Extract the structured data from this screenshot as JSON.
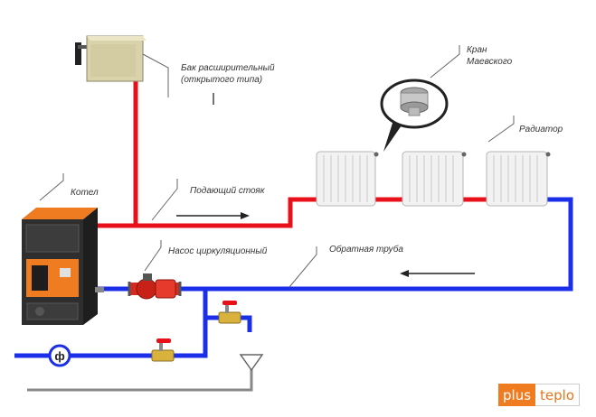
{
  "labels": {
    "expansion_tank_line1": "Бак расширительный",
    "expansion_tank_line2": "(открытого типа)",
    "mayevsky_valve_line1": "Кран",
    "mayevsky_valve_line2": "Маевского",
    "radiator": "Радиатор",
    "boiler": "Котел",
    "supply_riser": "Подающий стояк",
    "circulation_pump": "Насос циркуляционный",
    "return_pipe": "Обратная труба"
  },
  "filter_symbol": "ф",
  "logo": {
    "part1": "plus",
    "part2": "teplo"
  },
  "colors": {
    "supply": "#e8101a",
    "return": "#1b2ee8",
    "drain": "#888888",
    "boiler_body": "#2a2a2a",
    "boiler_accent": "#f07c22",
    "tank": "#d9d2aa",
    "logo_orange": "#f07c22"
  }
}
